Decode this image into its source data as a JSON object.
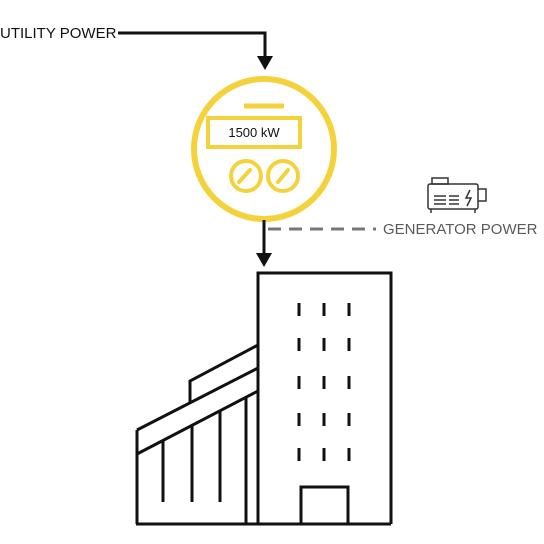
{
  "labels": {
    "utility_power": "UTILITY POWER",
    "generator_power": "GENERATOR POWER",
    "meter_reading": "1500 kW"
  },
  "colors": {
    "meter_accent": "#f4d23c",
    "line": "#111111",
    "generator_line": "#777777",
    "generator_label": "#5a5a5a"
  },
  "icons": {
    "meter": "power-meter-icon",
    "generator": "generator-icon",
    "building": "industrial-building-icon"
  }
}
